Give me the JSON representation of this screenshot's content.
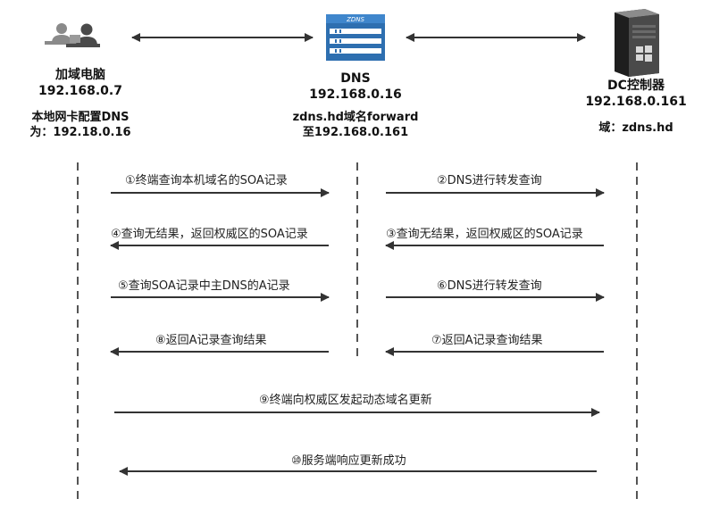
{
  "participants": [
    {
      "id": "client",
      "icon": "users-at-computer-icon",
      "name": "加域电脑",
      "ip": "192.168.0.7",
      "note_lines": [
        "本地网卡配置DNS",
        "为：192.18.0.16"
      ]
    },
    {
      "id": "dns",
      "icon": "zdns-server-icon",
      "name": "DNS",
      "ip": "192.168.0.16",
      "note_lines": [
        "zdns.hd域名forward",
        "至192.168.0.161"
      ]
    },
    {
      "id": "dc",
      "icon": "windows-tower-server-icon",
      "name": "DC控制器",
      "ip": "192.168.0.161",
      "note_lines": [
        "域：zdns.hd"
      ]
    }
  ],
  "icon_brand_text": "ZDNS",
  "messages": [
    {
      "label": "①终端查询本机域名的SOA记录",
      "from": "client",
      "to": "dns"
    },
    {
      "label": "②DNS进行转发查询",
      "from": "dns",
      "to": "dc"
    },
    {
      "label": "④查询无结果，返回权威区的SOA记录",
      "from": "dns",
      "to": "client"
    },
    {
      "label": "③查询无结果，返回权威区的SOA记录",
      "from": "dc",
      "to": "dns"
    },
    {
      "label": "⑤查询SOA记录中主DNS的A记录",
      "from": "client",
      "to": "dns"
    },
    {
      "label": "⑥DNS进行转发查询",
      "from": "dns",
      "to": "dc"
    },
    {
      "label": "⑧返回A记录查询结果",
      "from": "dns",
      "to": "client"
    },
    {
      "label": "⑦返回A记录查询结果",
      "from": "dc",
      "to": "dns"
    },
    {
      "label": "⑨终端向权威区发起动态域名更新",
      "from": "client",
      "to": "dc"
    },
    {
      "label": "⑩服务端响应更新成功",
      "from": "dc",
      "to": "client"
    }
  ],
  "colors": {
    "arrow": "#333333",
    "lifeline": "#555555",
    "server_blue": "#2e6fb0",
    "tower_dark": "#3a3a3a"
  }
}
